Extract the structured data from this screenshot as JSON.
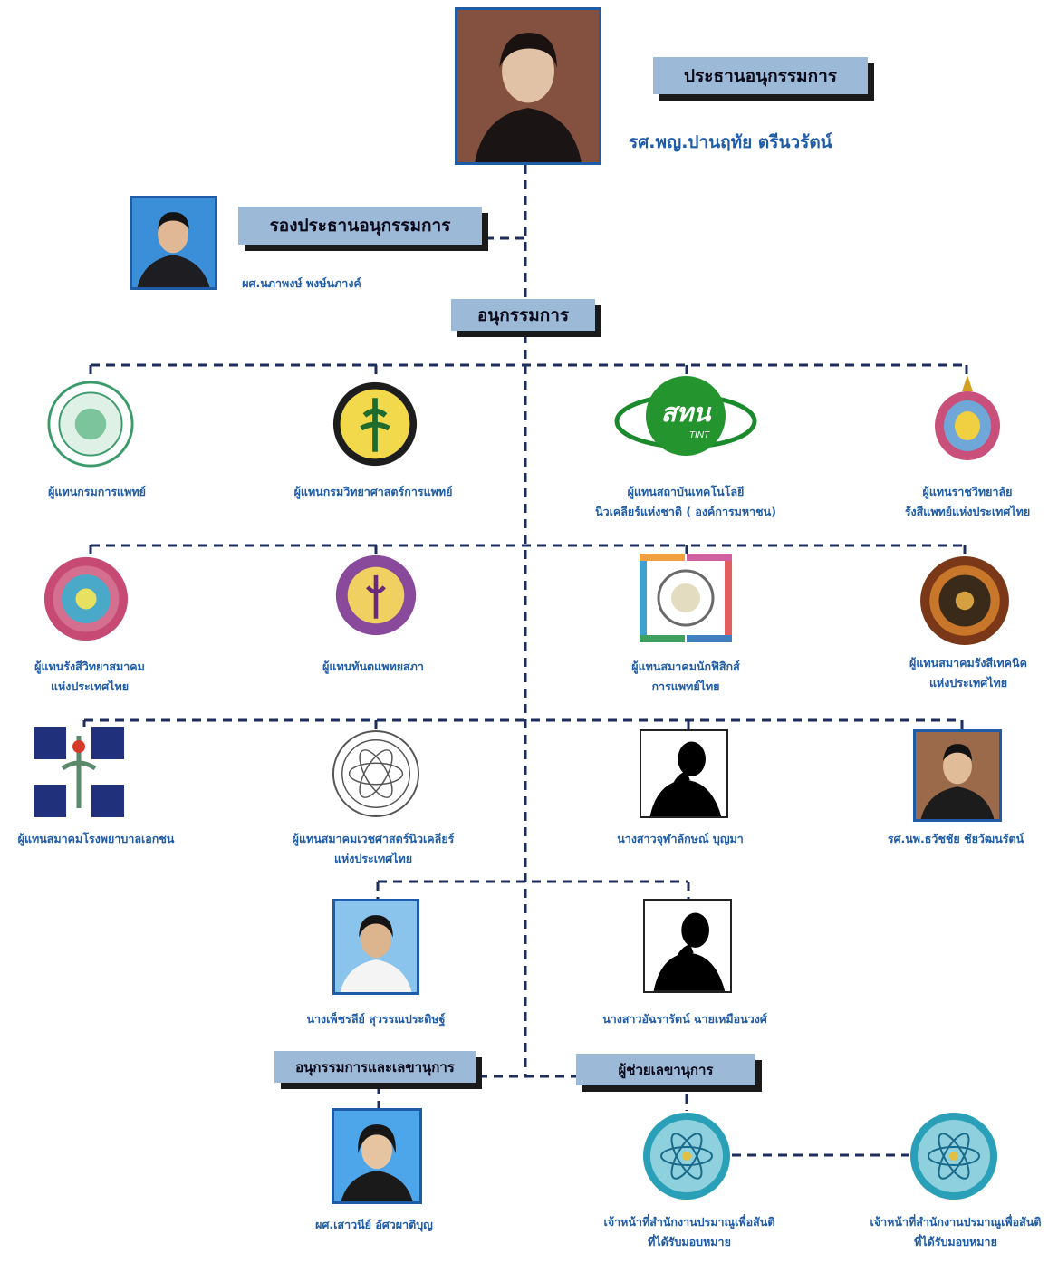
{
  "chair": {
    "title": "ประธานอนุกรรมการ",
    "name": "รศ.พญ.ปานฤทัย ตรีนวรัตน์"
  },
  "vice_chair": {
    "title": "รองประธานอนุกรรมการ",
    "name": "ผศ.นภาพงษ์ พงษ์นภางค์"
  },
  "committee_label": "อนุกรรมการ",
  "members_row1": [
    {
      "line1": "ผู้แทนกรมการแพทย์",
      "line2": ""
    },
    {
      "line1": "ผู้แทนกรมวิทยาศาสตร์การแพทย์",
      "line2": ""
    },
    {
      "line1": "ผู้แทนสถาบันเทคโนโลยี",
      "line2": "นิวเคลียร์แห่งชาติ ( องค์การมหาชน)"
    },
    {
      "line1": "ผู้แทนราชวิทยาลัย",
      "line2": "รังสีแพทย์แห่งประเทศไทย"
    }
  ],
  "members_row2": [
    {
      "line1": "ผู้แทนรังสีวิทยาสมาคม",
      "line2": "แห่งประเทศไทย"
    },
    {
      "line1": "ผู้แทนทันตแพทยสภา",
      "line2": ""
    },
    {
      "line1": "ผู้แทนสมาคมนักฟิสิกส์",
      "line2": "การแพทย์ไทย"
    },
    {
      "line1": "ผู้แทนสมาคมรังสีเทคนิค",
      "line2": "แห่งประเทศไทย"
    }
  ],
  "members_row3": [
    {
      "line1": "ผู้แทนสมาคมโรงพยาบาลเอกชน",
      "line2": ""
    },
    {
      "line1": "ผู้แทนสมาคมเวชศาสตร์นิวเคลียร์",
      "line2": "แห่งประเทศไทย"
    },
    {
      "line1": "นางสาวจุฬาลักษณ์ บุญมา",
      "line2": ""
    },
    {
      "line1": "รศ.นพ.ธวัชชัย ชัยวัฒนรัตน์",
      "line2": ""
    }
  ],
  "members_row4": [
    {
      "line1": "นางเพ็ชรลีย์ สุวรรณประดิษฐ์",
      "line2": ""
    },
    {
      "line1": "นางสาวอัฉรารัตน์ ฉายเหมือนวงศ์",
      "line2": ""
    }
  ],
  "secretary": {
    "title": "อนุกรรมการและเลขานุการ",
    "name": "ผศ.เสาวนีย์ อัศวผาติบุญ"
  },
  "assistant": {
    "title": "ผู้ช่วยเลขานุการ",
    "staff": [
      {
        "line1": "เจ้าหน้าที่สำนักงานปรมาณูเพื่อสันติ",
        "line2": "ที่ได้รับมอบหมาย"
      },
      {
        "line1": "เจ้าหน้าที่สำนักงานปรมาณูเพื่อสันติ",
        "line2": "ที่ได้รับมอบหมาย"
      }
    ]
  },
  "logo_text": {
    "tint": " สทน",
    "tint_sub": "TINT"
  },
  "colors": {
    "box_fill": "#9db9d8",
    "box_shadow": "#1a1a1a",
    "caption": "#1f5ca8",
    "connector": "#1c2d5e"
  }
}
